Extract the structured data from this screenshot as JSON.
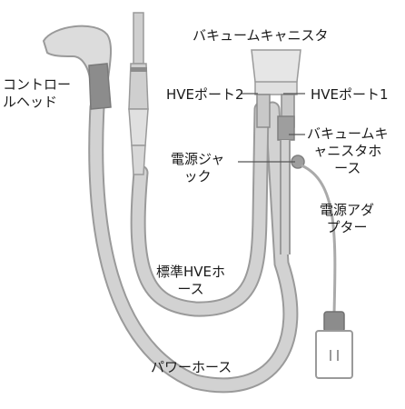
{
  "labels": {
    "vacuum_canister": "バキュームキャニスタ",
    "control_head": [
      "コントロー",
      "ルヘッド"
    ],
    "hve_port_2": "HVEポート2",
    "hve_port_1": "HVEポート1",
    "power_jack": [
      "電源ジャ",
      "ック"
    ],
    "vacuum_canister_hose": [
      "バキュームキ",
      "ャニスタホ",
      "ース"
    ],
    "power_adapter": [
      "電源アダ",
      "プター"
    ],
    "standard_hve_hose": [
      "標準HVEホ",
      "ース"
    ],
    "power_hose": "パワーホース"
  },
  "colors": {
    "hose_outline": "#9a9a9a",
    "hose_fill": "#d2d2d2",
    "dark_grey": "#8c8c8c",
    "light_grey": "#e6e6e6",
    "leader_line": "#555555",
    "text": "#1a1a1a"
  }
}
